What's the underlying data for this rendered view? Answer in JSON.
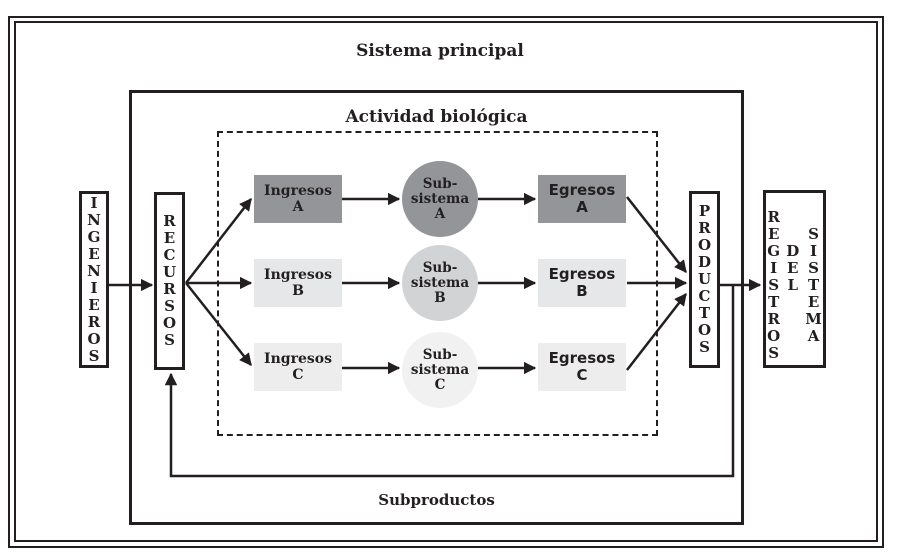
{
  "titles": {
    "main": "Sistema principal",
    "activity": "Actividad biológica",
    "byproducts": "Subproductos"
  },
  "side_boxes": {
    "ingenieros": [
      "I",
      "N",
      "G",
      "E",
      "N",
      "I",
      "E",
      "R",
      "O",
      "S"
    ],
    "recursos": [
      "R",
      "E",
      "C",
      "U",
      "R",
      "S",
      "O",
      "S"
    ],
    "productos": [
      "P",
      "R",
      "O",
      "D",
      "U",
      "C",
      "T",
      "O",
      "S"
    ],
    "registros": {
      "col1": [
        "R",
        "E",
        "G",
        "I",
        "S",
        "T",
        "R",
        "O",
        "S"
      ],
      "col2": [
        "D",
        "E",
        "L"
      ],
      "col3": [
        "S",
        "I",
        "S",
        "T",
        "E",
        "M",
        "A"
      ]
    }
  },
  "rows": [
    {
      "input": [
        "Ingresos",
        "A"
      ],
      "subsystem": [
        "Sub-",
        "sistema",
        "A"
      ],
      "output": [
        "Egresos",
        "A"
      ],
      "input_color": "#939598",
      "circle_color": "#939598",
      "output_color": "#939598"
    },
    {
      "input": [
        "Ingresos",
        "B"
      ],
      "subsystem": [
        "Sub-",
        "sistema",
        "B"
      ],
      "output": [
        "Egresos",
        "B"
      ],
      "input_color": "#e6e7e8",
      "circle_color": "#d1d3d4",
      "output_color": "#e6e7e8"
    },
    {
      "input": [
        "Ingresos",
        "C"
      ],
      "subsystem": [
        "Sub-",
        "sistema",
        "C"
      ],
      "output": [
        "Egresos",
        "C"
      ],
      "input_color": "#ededee",
      "circle_color": "#f1f1f2",
      "output_color": "#ededee"
    }
  ],
  "colors": {
    "line": "#231f20"
  }
}
